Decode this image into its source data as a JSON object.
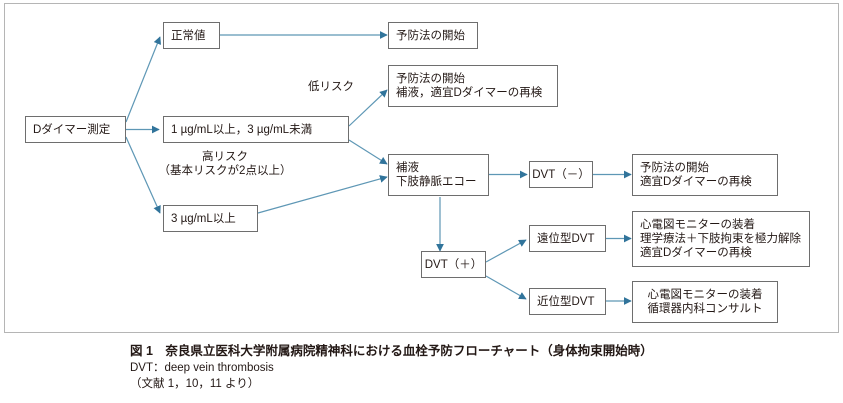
{
  "figure": {
    "nodes": {
      "d_dimer_measure": {
        "lines": [
          "Dダイマー測定"
        ]
      },
      "normal_value": {
        "lines": [
          "正常値"
        ]
      },
      "prophylaxis_start_top": {
        "lines": [
          "予防法の開始"
        ]
      },
      "range_1_to_3": {
        "lines": [
          "1 µg/mL以上，3 µg/mL未満"
        ]
      },
      "above_3": {
        "lines": [
          "3 µg/mL以上"
        ]
      },
      "prophylaxis_fluid_recheck": {
        "lines": [
          "予防法の開始",
          "補液，適宜Dダイマーの再検"
        ]
      },
      "fluid_echo": {
        "lines": [
          "補液",
          "下肢静脈エコー"
        ]
      },
      "dvt_negative": {
        "lines": [
          "DVT（－）"
        ]
      },
      "dvt_positive": {
        "lines": [
          "DVT（＋）"
        ]
      },
      "distal_dvt": {
        "lines": [
          "遠位型DVT"
        ]
      },
      "proximal_dvt": {
        "lines": [
          "近位型DVT"
        ]
      },
      "outcome_dvt_negative": {
        "lines": [
          "予防法の開始",
          "適宜Dダイマーの再検"
        ]
      },
      "outcome_distal_dvt": {
        "lines": [
          "心電図モニターの装着",
          "理学療法＋下肢拘束を極力解除",
          "適宜Dダイマーの再検"
        ]
      },
      "outcome_proximal_dvt": {
        "lines": [
          "心電図モニターの装着",
          "循環器内科コンサルト"
        ]
      }
    },
    "edge_labels": {
      "low_risk": [
        "低リスク"
      ],
      "high_risk": [
        "高リスク",
        "（基本リスクが2点以上）"
      ]
    },
    "colors": {
      "connector": "#31749b",
      "box_border": "#6e6e6e",
      "frame_border": "#b5b5b5",
      "text": "#231815"
    }
  },
  "caption": {
    "title": "図 1　奈良県立医科大学附属病院精神科における血栓予防フローチャート（身体拘束開始時）",
    "abbreviation": "DVT：deep vein thrombosis",
    "source": "（文献 1，10，11 より）"
  }
}
